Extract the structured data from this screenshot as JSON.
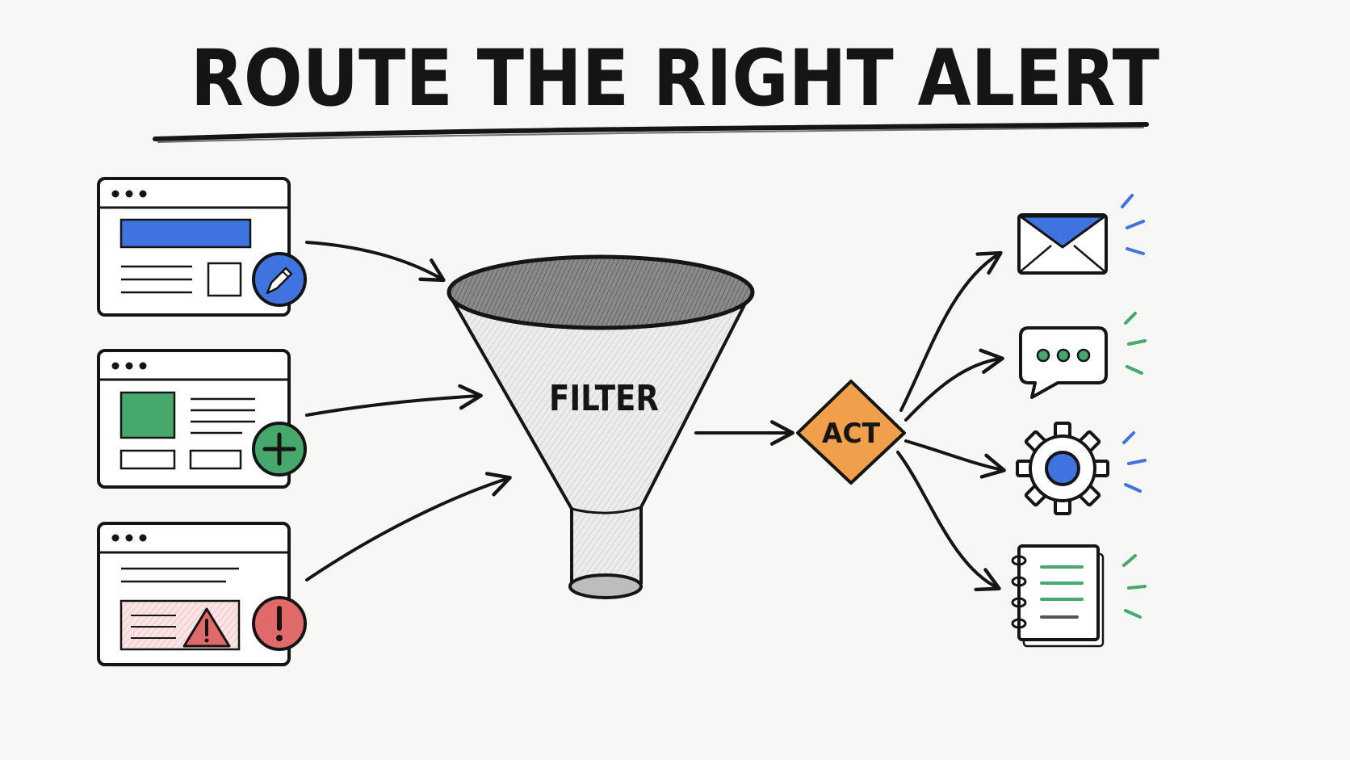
{
  "title": "ROUTE THE RIGHT ALERT",
  "funnel": {
    "label": "FILTER"
  },
  "decision": {
    "label": "ACT"
  },
  "sources": [
    {
      "kind": "edit",
      "badge_icon": "pencil-icon",
      "accent": "#3f73e0"
    },
    {
      "kind": "create",
      "badge_icon": "plus-icon",
      "accent": "#46a86a"
    },
    {
      "kind": "error",
      "badge_icon": "exclamation-icon",
      "accent": "#e06a6a"
    }
  ],
  "outputs": [
    {
      "icon": "envelope-icon",
      "accent": "#3f73e0"
    },
    {
      "icon": "chat-bubble-icon",
      "accent": "#46a86a"
    },
    {
      "icon": "gear-icon",
      "accent": "#3f73e0"
    },
    {
      "icon": "notebook-icon",
      "accent": "#46a86a"
    }
  ],
  "colors": {
    "ink": "#151515",
    "blue": "#3f73e0",
    "green": "#46a86a",
    "red": "#e06a6a",
    "orange": "#f0a04b",
    "funnel": "#e6e6e6"
  }
}
